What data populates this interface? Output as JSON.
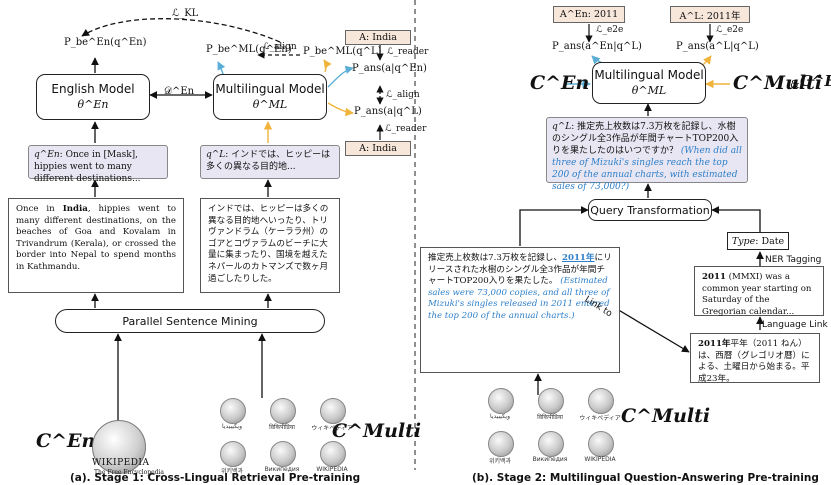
{
  "stage1": {
    "loss_kl": "ℒ_KL",
    "pbe_en": "P_be^En(q^En)",
    "pbe_ml1": "P_be^ML(q^En)",
    "loss_align_top": "ℒ_align",
    "pbe_ml2": "P_be^ML(q^L)",
    "answer_top": "A: India",
    "loss_reader_top": "ℒ_reader",
    "pans_top": "P_ans(a|q^En)",
    "loss_align_mid": "ℒ_align",
    "pans_bottom": "P_ans(a|q^L)",
    "loss_reader_bottom": "ℒ_reader",
    "answer_bottom": "A: India",
    "english_model_title": "English Model",
    "english_model_param": "θ^En",
    "d_en": "𝒟^En",
    "ml_model_title": "Multilingual Model",
    "ml_model_param": "θ^ML",
    "query_en_label": "q^En",
    "query_en_text": ": Once in [Mask], hippies went to many different destinations...",
    "query_l_label": "q^L",
    "query_l_text": ": インドでは、ヒッピーは多くの異なる目的地...",
    "passage_en_pre": "Once in ",
    "passage_en_bold": "India",
    "passage_en_post": ", hippies went to many different destinations, on the beaches of Goa and Kovalam in Trivandrum (Kerala), or crossed the border into Nepal to spend months in Kathmandu.",
    "passage_ja": "インドでは、ヒッピーは多くの異なる目的地へいったり、トリヴァンドラム（ケーララ州）のゴアとコヴァラムのビーチに大量に集まったり、国境を越えたネパールのカトマンズで数ヶ月過ごしたりした。",
    "mining_label": "Parallel Sentence Mining",
    "corpus_en": "C^En",
    "corpus_multi": "C^Multi",
    "wiki_name": "WIKIPEDIA",
    "wiki_tagline": "The Free Encyclopedia",
    "caption": "(a). Stage 1: Cross-Lingual Retrieval Pre-training"
  },
  "stage2": {
    "answer_en": "A^En: 2011",
    "answer_l": "A^L: 2011年",
    "loss_e2e_1": "ℒ_e2e",
    "loss_e2e_2": "ℒ_e2e",
    "pans_en": "P_ans(a^En|q^L)",
    "pans_l": "P_ans(a^L|q^L)",
    "corpus_en": "C^En",
    "ml_model_title": "Multilingual Model",
    "ml_model_param": "θ^ML",
    "corpus_multi_left": "C^Multi",
    "amp": "&",
    "corpus_en_right": "C^En",
    "query_label": "q^L",
    "query_text": ": 推定売上枚数は7.3万枚を記録し、水樹のシングル全3作品が年間チャートTOP200入りを果たしたのはいつですか？",
    "query_translation": "(When did all three of Mizuki's singles reach the top 200 of the annual charts, with estimated sales of 73,000?)",
    "qt_label": "Query Transformation",
    "type_label": "Type",
    "type_value": ": Date",
    "ner_label": "NER Tagging",
    "passage_pre": "推定売上枚数は7.3万枚を記録し、",
    "passage_link": "2011年",
    "passage_post": "にリリースされた水樹のシングル全3作品が年間チャートTOP200入りを果たした。",
    "passage_translation": "(Estimated sales were 73,000 copies, and all three of Mizuki's singles released in 2011 entered the top 200 of the annual charts.)",
    "link_to": "Link to",
    "en_year_bold": "2011",
    "en_year_text": " (MMXI) was a common year starting on Saturday of the Gregorian calendar...",
    "language_link": "Language Link",
    "ja_year_bold": "2011年",
    "ja_year_text": "平年（2011 ねん）は、西暦（グレゴリオ暦）による、土曜日から始まる。平成23年。",
    "corpus_multi": "C^Multi",
    "caption": "(b). Stage 2: Multilingual Question-Answering Pre-training"
  },
  "wiki_langs": [
    "ويكيبيديا",
    "विकिपीडिया",
    "ウィキペディア",
    "위키백과",
    "Википедия",
    "WIKIPEDIA"
  ],
  "colors": {
    "blue_arrow": "#5aaed6",
    "orange_arrow": "#f0b43c",
    "query_bg": "#e8e6f2",
    "answer_bg": "#f7e6da",
    "link": "#2d7fc9"
  }
}
